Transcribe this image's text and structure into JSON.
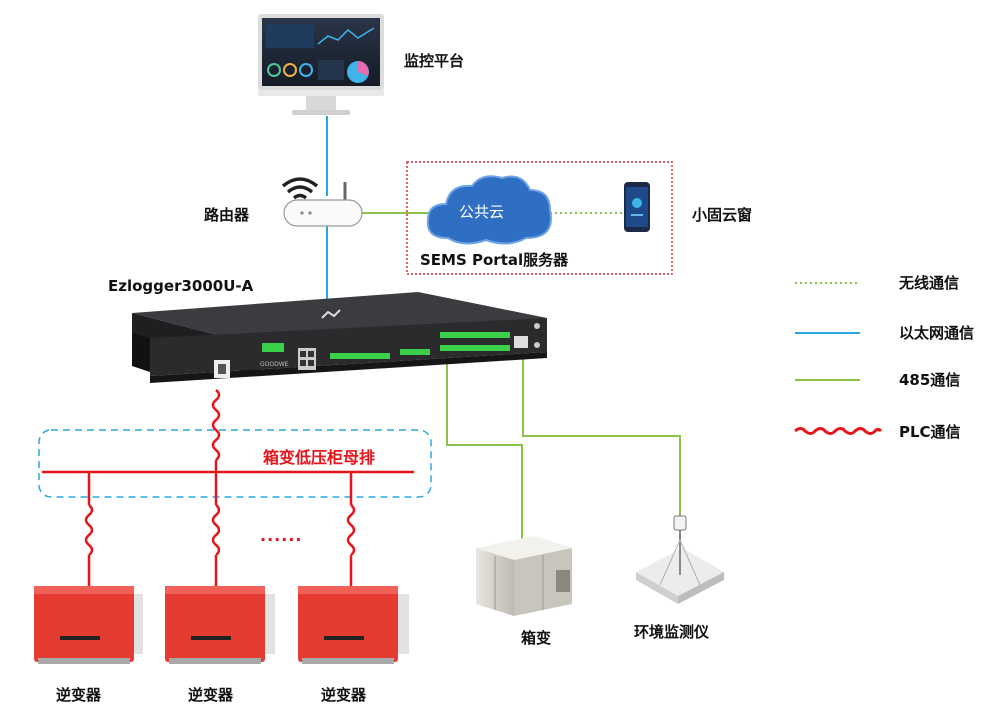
{
  "labels": {
    "monitor": "监控平台",
    "router": "路由器",
    "cloud": "公共云",
    "app": "小固云窗",
    "server": "SEMS Portal服务器",
    "logger": "Ezlogger3000U-A",
    "busbar": "箱变低压柜母排",
    "inverter": "逆变器",
    "ellipsis": "......",
    "transformer": "箱变",
    "weather": "环境监测仪"
  },
  "legend": [
    {
      "label": "无线通信",
      "style": "dotted",
      "color": "#8bc34a"
    },
    {
      "label": "以太网通信",
      "style": "solid",
      "color": "#29a8e0"
    },
    {
      "label": "485通信",
      "style": "solid",
      "color": "#8bc34a"
    },
    {
      "label": "PLC通信",
      "style": "wave",
      "color": "#e8141c"
    }
  ],
  "device_text": {
    "logger_brand": "GOODWE"
  },
  "colors": {
    "ethernet": "#29a8e0",
    "rs485": "#8bc34a",
    "plc": "#e8141c",
    "cloud": "#2e6fc4",
    "inverter": "#e63b33",
    "dashed_box": "#29a8e0",
    "server_box": "#d83030"
  }
}
